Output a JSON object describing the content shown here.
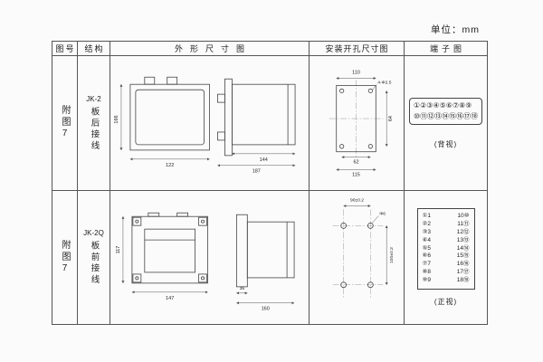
{
  "unit_label": "单位：mm",
  "headers": [
    "图号",
    "结构",
    "外形尺寸图",
    "安装开孔尺寸图",
    "端子图"
  ],
  "rows": [
    {
      "figure_no": "附图7",
      "model": "JK-2",
      "wiring": "板后接线",
      "outline": {
        "dim_height": "166",
        "dim_width": "122",
        "dim_depth": "144",
        "dim_total_depth": "187"
      },
      "install": {
        "dim_width": "110",
        "hole_note": "4-Φ2.5",
        "dim_height": "64",
        "dim_inner": "62",
        "dim_outer": "115"
      },
      "terminal": {
        "row_top": "①②③④⑤⑥⑦⑧⑨",
        "row_bottom": "⑩⑪⑫⑬⑭⑮⑯⑰⑱",
        "caption": "(背视)"
      }
    },
    {
      "figure_no": "附图7",
      "model": "JK-2Q",
      "wiring": "板前接线",
      "outline": {
        "dim_height": "117",
        "dim_width": "147",
        "dim_depth": "35",
        "dim_total_depth": "160"
      },
      "install": {
        "dim_width": "90±0.2",
        "hole_note": "Φ6",
        "dim_height": "100±0.2"
      },
      "terminal": {
        "pairs": [
          [
            "①1",
            "10⑩"
          ],
          [
            "②2",
            "11⑪"
          ],
          [
            "③3",
            "12⑫"
          ],
          [
            "④4",
            "13⑬"
          ],
          [
            "⑤5",
            "14⑭"
          ],
          [
            "⑥6",
            "15⑮"
          ],
          [
            "⑦7",
            "16⑯"
          ],
          [
            "⑧8",
            "17⑰"
          ],
          [
            "⑨9",
            "18⑱"
          ]
        ],
        "caption": "(正视)"
      }
    }
  ]
}
